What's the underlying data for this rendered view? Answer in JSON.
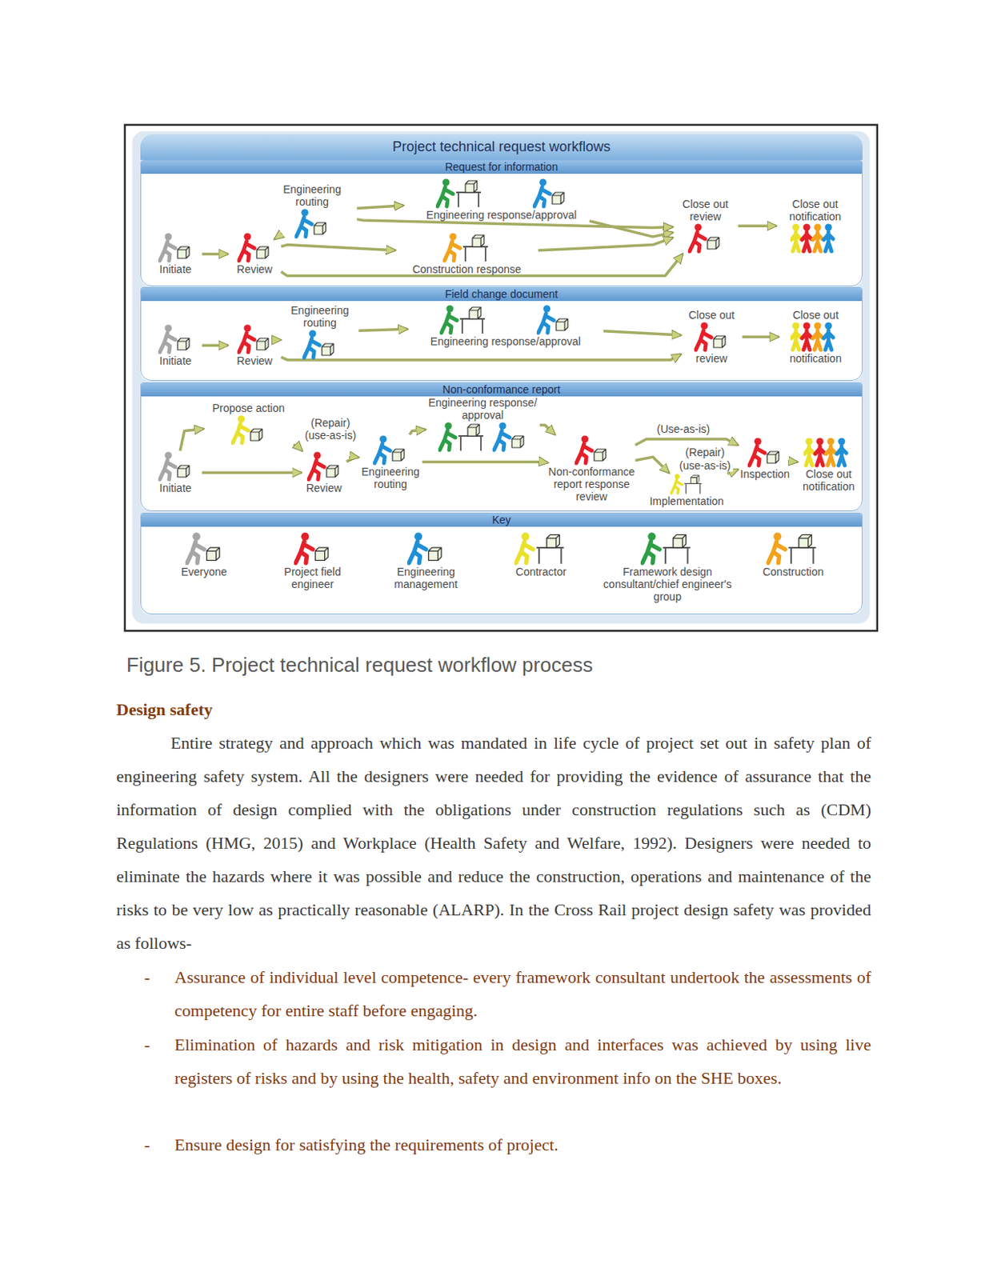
{
  "diagram": {
    "title": "Project technical request workflows",
    "caption": "Figure 5. Project technical request workflow process",
    "nodes": [
      {
        "text": [
          "Request for information"
        ]
      },
      {
        "text": [
          "Initiate"
        ],
        "in": 0
      },
      {
        "text": [
          "Review"
        ],
        "in": 0
      },
      {
        "text": [
          "Engineering routing"
        ],
        "in": 0
      },
      {
        "text": [
          "Engineering response/approval"
        ],
        "in": 0
      },
      {
        "text": [
          "Construction response"
        ],
        "in": 0
      },
      {
        "text": [
          "Close out review"
        ],
        "in": 0
      },
      {
        "text": [
          "Close out notification"
        ],
        "in": 0
      },
      {
        "text": [
          "Field change document"
        ]
      },
      {
        "text": [
          "Initiate"
        ],
        "in": 8
      },
      {
        "text": [
          "Review"
        ],
        "in": 8
      },
      {
        "text": [
          "Engineering routing"
        ],
        "in": 8
      },
      {
        "text": [
          "Engineering response/approval"
        ],
        "in": 8
      },
      {
        "text": [
          "Close out",
          "review"
        ],
        "in": 8
      },
      {
        "text": [
          "Close out",
          "notification"
        ],
        "in": 8
      },
      {
        "text": [
          "Non-conformance report"
        ]
      },
      {
        "text": [
          "Initiate"
        ],
        "in": 15
      },
      {
        "text": [
          "Propose action"
        ],
        "in": 15
      },
      {
        "text": [
          "Review"
        ],
        "in": 15
      },
      {
        "text": [
          "Engineering routing"
        ],
        "in": 15
      },
      {
        "text": [
          "Engineering response/ approval"
        ],
        "in": 15
      },
      {
        "text": [
          "Non-conformance report response review"
        ],
        "in": 15
      },
      {
        "text": [
          "Implementation"
        ],
        "in": 15
      },
      {
        "text": [
          "Inspection"
        ],
        "in": 15
      },
      {
        "text": [
          "Close out notification"
        ],
        "in": 15
      },
      {
        "text": [
          "Key"
        ]
      }
    ],
    "edges": [
      {
        "from": 1,
        "to": 2,
        "arrow": "to"
      },
      {
        "from": 2,
        "to": 3,
        "arrow": "to"
      },
      {
        "from": 3,
        "to": 4,
        "arrow": "to"
      },
      {
        "from": 4,
        "to": 6,
        "arrow": "to"
      },
      {
        "from": 3,
        "to": 6,
        "arrow": "to"
      },
      {
        "from": 2,
        "to": 5,
        "arrow": "to"
      },
      {
        "from": 5,
        "to": 6,
        "arrow": "to"
      },
      {
        "from": 2,
        "to": 6,
        "arrow": "to"
      },
      {
        "from": 6,
        "to": 7,
        "arrow": "to"
      },
      {
        "from": 9,
        "to": 10,
        "arrow": "to"
      },
      {
        "from": 10,
        "to": 11,
        "arrow": "to"
      },
      {
        "from": 11,
        "to": 12,
        "arrow": "to"
      },
      {
        "from": 12,
        "to": 13,
        "arrow": "to"
      },
      {
        "from": 10,
        "to": 13,
        "arrow": "to"
      },
      {
        "from": 13,
        "to": 14,
        "arrow": "to"
      },
      {
        "from": 16,
        "to": 17,
        "arrow": "to"
      },
      {
        "from": 17,
        "to": 18,
        "label": "(Repair) (use-as-is)",
        "arrow": "to"
      },
      {
        "from": 16,
        "to": 18,
        "arrow": "to"
      },
      {
        "from": 18,
        "to": 19,
        "arrow": "to"
      },
      {
        "from": 19,
        "to": 20,
        "arrow": "to"
      },
      {
        "from": 19,
        "to": 21,
        "arrow": "to"
      },
      {
        "from": 20,
        "to": 21,
        "arrow": "to"
      },
      {
        "from": 21,
        "to": 23,
        "label": "(Use-as-is)",
        "arrow": "to"
      },
      {
        "from": 21,
        "to": 22,
        "label": "(Repair) (use-as-is)",
        "arrow": "to"
      },
      {
        "from": 22,
        "to": 23,
        "arrow": "to"
      },
      {
        "from": 23,
        "to": 24,
        "arrow": "to"
      }
    ],
    "labels": [
      "Design safety",
      "Entire strategy and approach which was mandated in life cycle of project set out in safety plan of engineering safety system. All the designers were needed for providing the evidence of assurance that the information of design complied with the obligations under construction regulations such as (CDM) Regulations (HMG, 2015) and Workplace (Health Safety and Welfare, 1992). Designers were needed to eliminate the hazards where it was possible and reduce the construction, operations and maintenance of the risks to be very low as practically reasonable (ALARP). In the Cross Rail project design safety was provided as follows-",
      "-",
      "Assurance of individual level competence- every framework consultant undertook the assessments of competency for entire staff before engaging.",
      "-",
      "Elimination of hazards and risk mitigation in design and interfaces was achieved by using live registers of risks and by using the health, safety and environment info on the SHE boxes.",
      "-",
      "Ensure design for satisfying the requirements of project."
    ],
    "legend": [
      {
        "text": "Everyone",
        "color": "#a6a6a6"
      },
      {
        "text": "Project field engineer",
        "color": "#e4202a"
      },
      {
        "text": "Engineering management",
        "color": "#1f8fd6"
      },
      {
        "text": "Contractor",
        "color": "#e9e12a"
      },
      {
        "text": "Framework design consultant/chief engineer's group",
        "color": "#2e9e46"
      },
      {
        "text": "Construction",
        "color": "#f2a31c"
      }
    ]
  }
}
